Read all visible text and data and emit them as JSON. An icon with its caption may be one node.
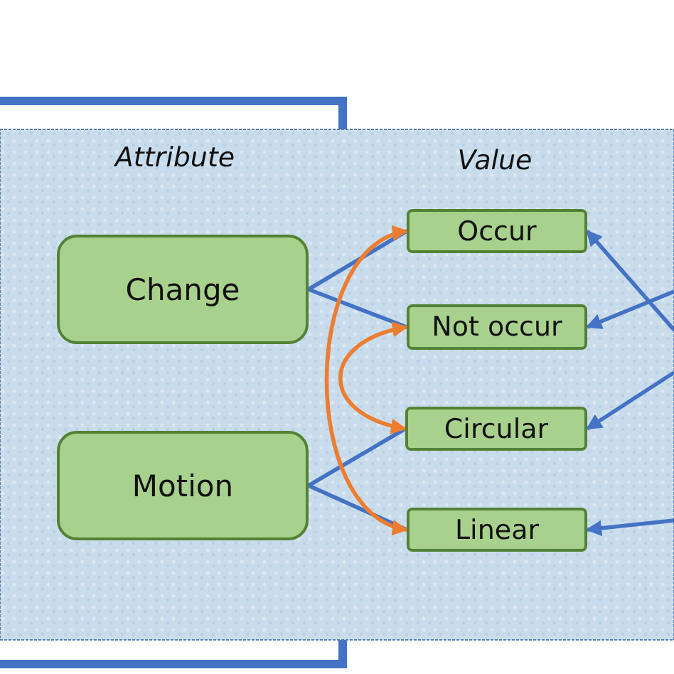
{
  "diagram": {
    "nodes": [
      {
        "text": [
          "Change"
        ]
      },
      {
        "text": [
          "Motion"
        ]
      },
      {
        "text": [
          "Occur"
        ]
      },
      {
        "text": [
          "Not occur"
        ]
      },
      {
        "text": [
          "Circular"
        ]
      },
      {
        "text": [
          "Linear"
        ]
      }
    ],
    "edges": [
      {
        "from": 0,
        "to": 2,
        "arrow": "none"
      },
      {
        "from": 0,
        "to": 3,
        "arrow": "none"
      },
      {
        "from": 1,
        "to": 4,
        "arrow": "none"
      },
      {
        "from": 1,
        "to": 5,
        "arrow": "none"
      },
      {
        "from": 2,
        "to": 5,
        "arrow": "both",
        "color": "#ed7d31"
      },
      {
        "from": 3,
        "to": 4,
        "arrow": "both",
        "color": "#ed7d31"
      },
      {
        "from": null,
        "to": 2,
        "arrow": "to"
      },
      {
        "from": null,
        "to": 3,
        "arrow": "to"
      },
      {
        "from": null,
        "to": 4,
        "arrow": "to"
      },
      {
        "from": null,
        "to": 5,
        "arrow": "to"
      }
    ],
    "labels": [
      "Attribute",
      "Value"
    ]
  }
}
